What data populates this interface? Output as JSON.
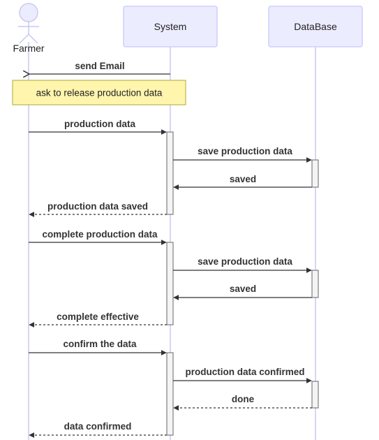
{
  "diagram": {
    "type": "sequence",
    "participants": [
      {
        "id": "farmer",
        "label": "Farmer",
        "kind": "actor"
      },
      {
        "id": "system",
        "label": "System",
        "kind": "participant"
      },
      {
        "id": "database",
        "label": "DataBase",
        "kind": "participant"
      }
    ],
    "note": {
      "text": "ask to release production data"
    },
    "messages": [
      {
        "from": "system",
        "to": "farmer",
        "label": "send Email",
        "style": "solid-open"
      },
      {
        "from": "farmer",
        "to": "system",
        "label": "production data",
        "style": "solid"
      },
      {
        "from": "system",
        "to": "database",
        "label": "save production data",
        "style": "solid"
      },
      {
        "from": "database",
        "to": "system",
        "label": "saved",
        "style": "solid"
      },
      {
        "from": "system",
        "to": "farmer",
        "label": "production data saved",
        "style": "dashed"
      },
      {
        "from": "farmer",
        "to": "system",
        "label": "complete production data",
        "style": "solid"
      },
      {
        "from": "system",
        "to": "database",
        "label": "save production data",
        "style": "solid"
      },
      {
        "from": "database",
        "to": "system",
        "label": "saved",
        "style": "solid"
      },
      {
        "from": "system",
        "to": "farmer",
        "label": "complete effective",
        "style": "dashed"
      },
      {
        "from": "farmer",
        "to": "system",
        "label": "confirm the data",
        "style": "solid"
      },
      {
        "from": "system",
        "to": "database",
        "label": "production data confirmed",
        "style": "solid"
      },
      {
        "from": "database",
        "to": "system",
        "label": "done",
        "style": "dashed"
      },
      {
        "from": "system",
        "to": "farmer",
        "label": "data confirmed",
        "style": "dashed"
      }
    ]
  },
  "colors": {
    "participant_fill": "#ECECFF",
    "participant_border": "#CDCDFF",
    "lifeline": "#C8C8F4",
    "note_fill": "#FFF5AD",
    "note_border": "#AAAA33",
    "activation_fill": "#F4F4F4",
    "message": "#333333"
  }
}
